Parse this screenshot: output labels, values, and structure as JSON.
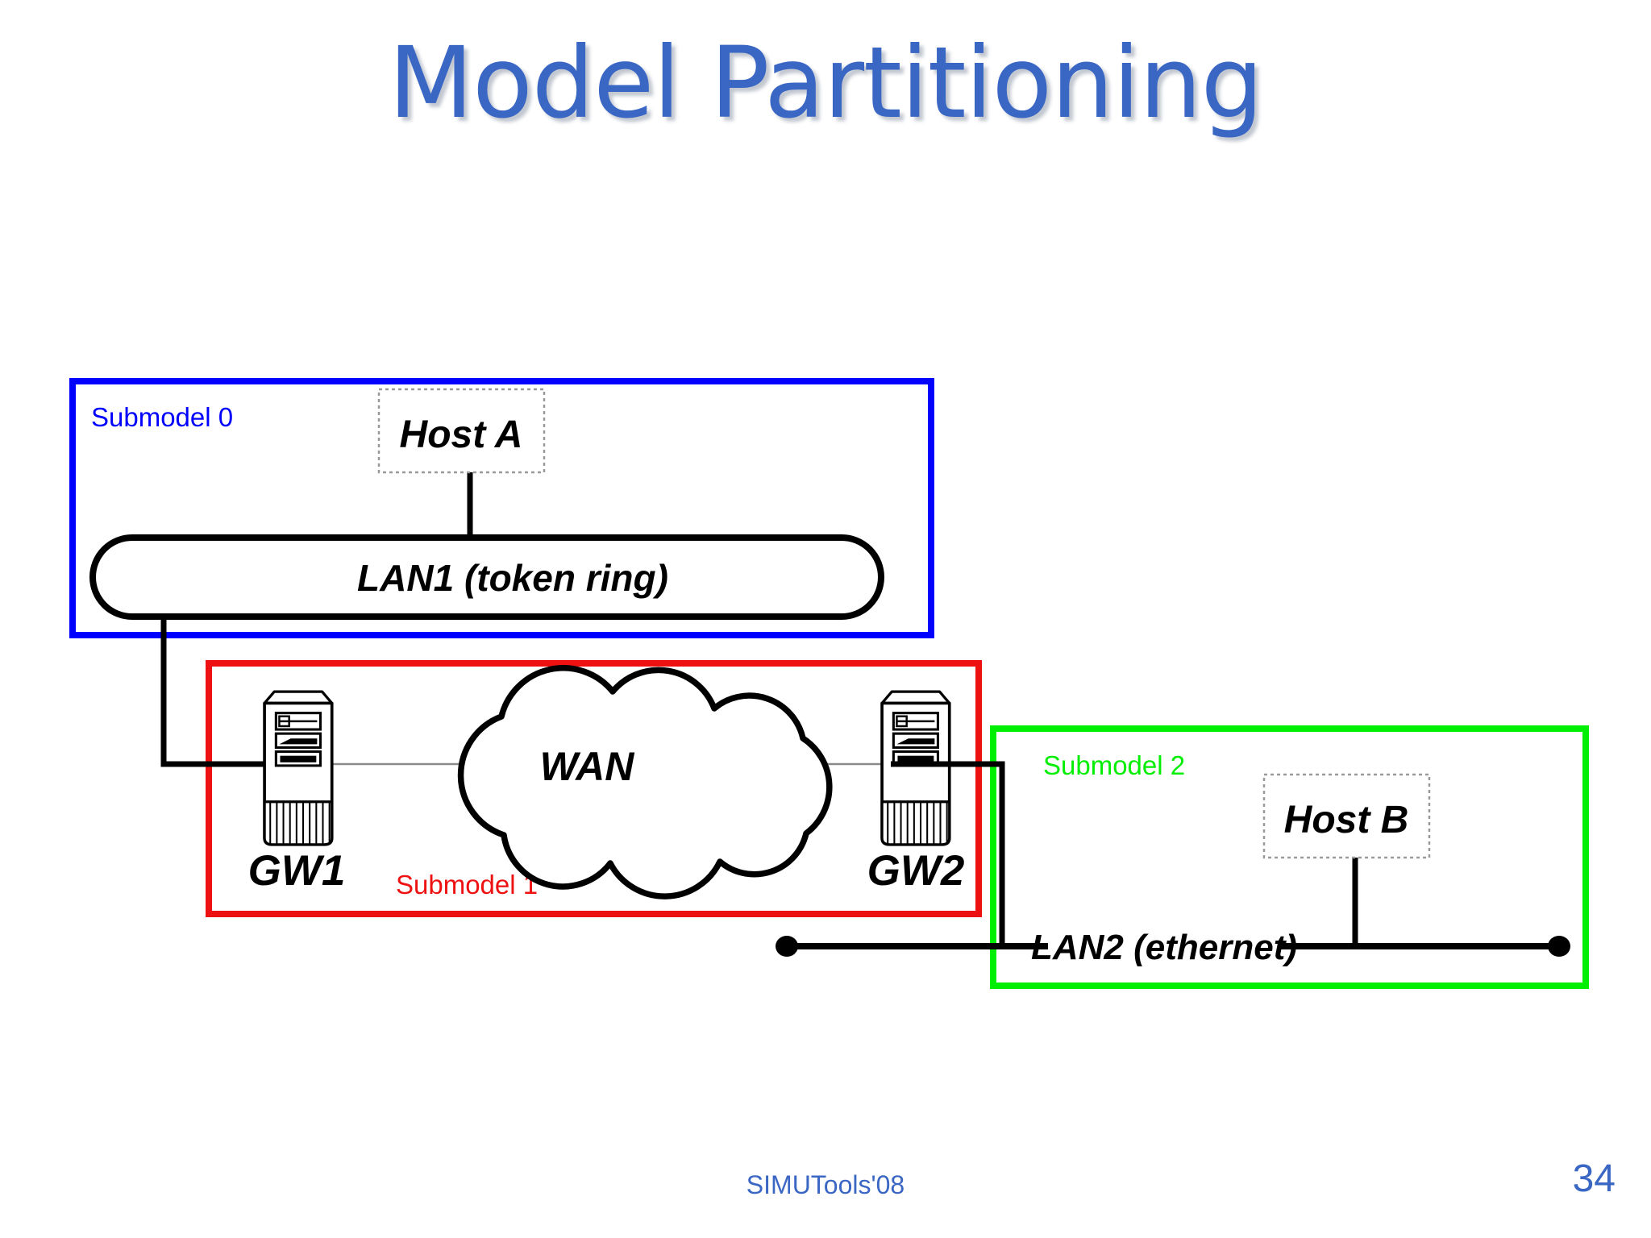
{
  "slide": {
    "title": "Model Partitioning",
    "page_number": "34",
    "footer": "SIMUTools'08",
    "title_color": "#3a66c4",
    "footer_color": "#3a66c4"
  },
  "diagram": {
    "type": "network-partition-diagram",
    "submodels": [
      {
        "id": "submodel-0",
        "label": "Submodel 0",
        "color": "#0000ff",
        "contains": [
          "Host A",
          "LAN1 (token ring)"
        ]
      },
      {
        "id": "submodel-1",
        "label": "Submodel 1",
        "color": "#ee1111",
        "contains": [
          "GW1",
          "WAN",
          "GW2"
        ]
      },
      {
        "id": "submodel-2",
        "label": "Submodel 2",
        "color": "#00ee00",
        "contains": [
          "Host B",
          "LAN2 (ethernet)"
        ]
      }
    ],
    "nodes": {
      "host_a": "Host A",
      "lan1": "LAN1 (token ring)",
      "gw1": "GW1",
      "wan": "WAN",
      "gw2": "GW2",
      "host_b": "Host B",
      "lan2": "LAN2 (ethernet)"
    }
  }
}
